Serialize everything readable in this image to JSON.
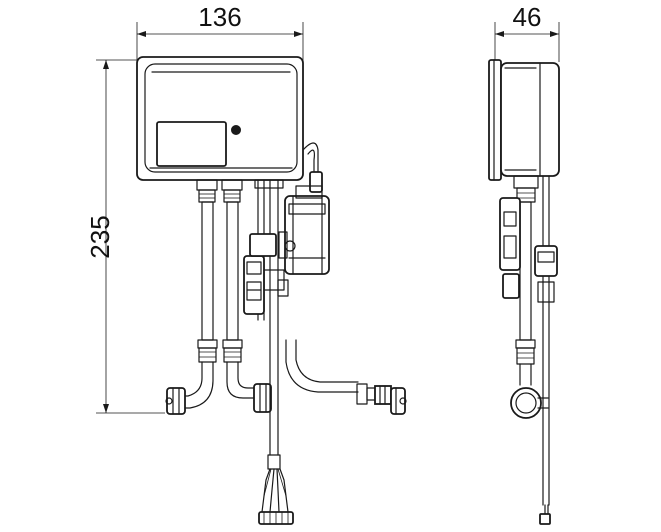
{
  "dimensions": {
    "front_width": "136",
    "front_height": "235",
    "side_depth": "46"
  }
}
